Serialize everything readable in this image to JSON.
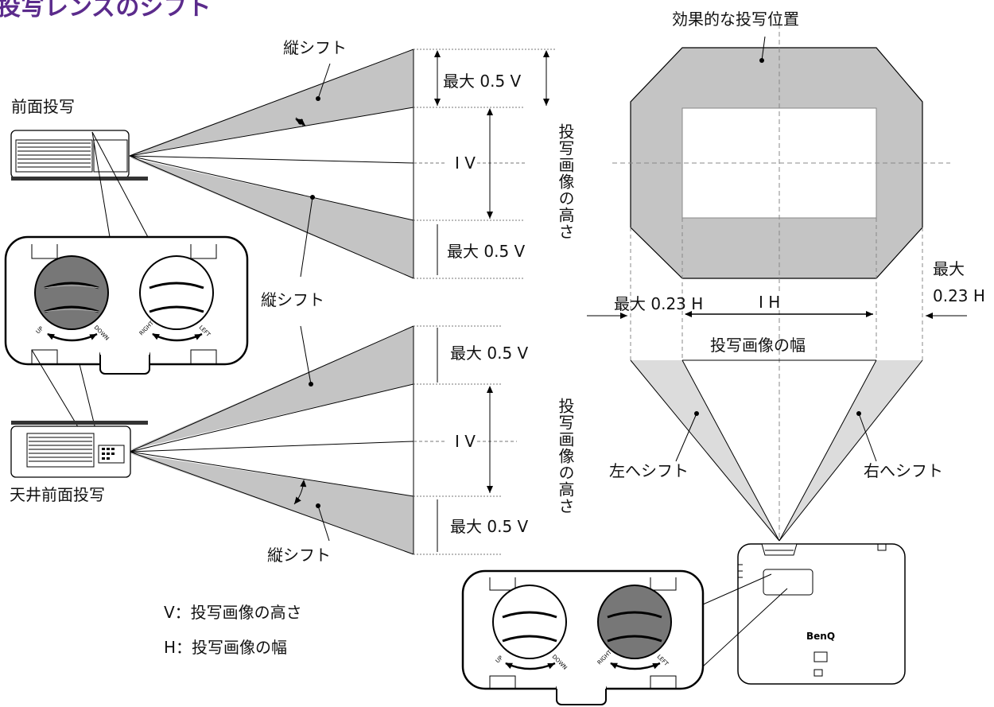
{
  "title": "投写レンズのシフト",
  "labels": {
    "effective_position": "効果的な投写位置",
    "front_projection": "前面投写",
    "ceiling_front_projection": "天井前面投写",
    "vertical_shift_top": "縦シフト",
    "vertical_shift_mid": "縦シフト",
    "vertical_shift_bottom": "縦シフト",
    "max_05v_1": "最大 0.5 V",
    "max_05v_2": "最大 0.5 V",
    "max_05v_3": "最大 0.5 V",
    "max_05v_4": "最大 0.5 V",
    "one_v_top": "I V",
    "one_v_bottom": "I V",
    "image_height_top": "投写画像の高さ",
    "image_height_bottom": "投写画像の高さ",
    "max_023h_left": "最大 0.23 H",
    "one_h": "I H",
    "max_right_line1": "最大",
    "max_right_line2": "0.23 H",
    "image_width": "投写画像の幅",
    "shift_left": "左へシフト",
    "shift_right": "右へシフト",
    "legend_v": "V：投写画像の高さ",
    "legend_h": "H：投写画像の幅",
    "knob_up": "UP",
    "knob_down": "DOWN",
    "knob_right": "RIGHT",
    "knob_left": "LEFT",
    "brand": "BenQ"
  },
  "colors": {
    "shade": "#c4c4c4",
    "shade_light": "#dcdcdc",
    "knob_dark": "#777777",
    "title": "#5b2b8c"
  }
}
